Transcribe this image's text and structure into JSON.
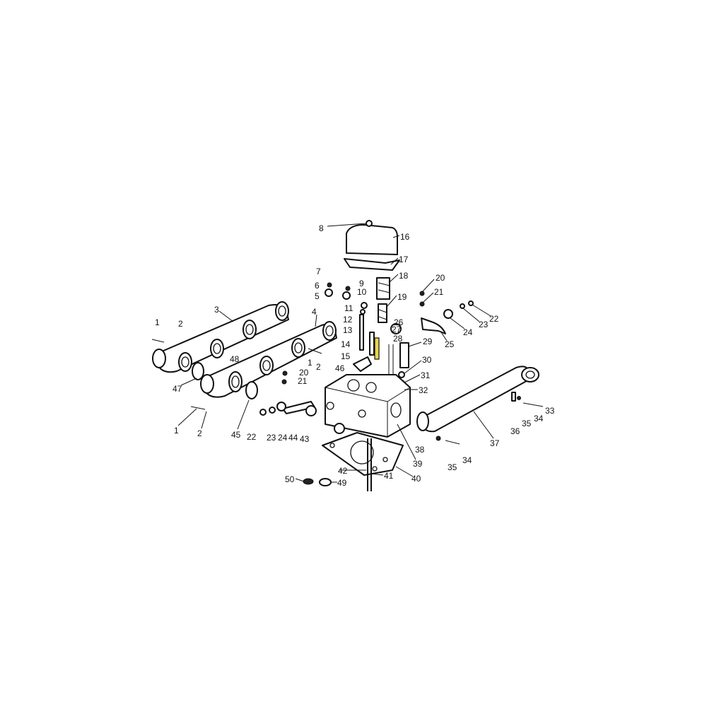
{
  "diagram": {
    "labels": [
      "8",
      "16",
      "17",
      "18",
      "19",
      "7",
      "6",
      "5",
      "9",
      "10",
      "11",
      "12",
      "13",
      "14",
      "15",
      "26",
      "27",
      "28",
      "29",
      "30",
      "31",
      "32",
      "20",
      "21",
      "22",
      "23",
      "24",
      "25",
      "3",
      "4",
      "1",
      "2",
      "48",
      "1",
      "2",
      "46",
      "47",
      "20",
      "21",
      "1",
      "2",
      "45",
      "22",
      "23",
      "24",
      "44",
      "43",
      "42",
      "41",
      "40",
      "39",
      "38",
      "37",
      "36",
      "35",
      "34",
      "33",
      "35",
      "34",
      "50",
      "49"
    ],
    "highlighted_part": "27",
    "highlight_color": "#e03030",
    "highlighted_part_fill": "#e8d64a"
  }
}
